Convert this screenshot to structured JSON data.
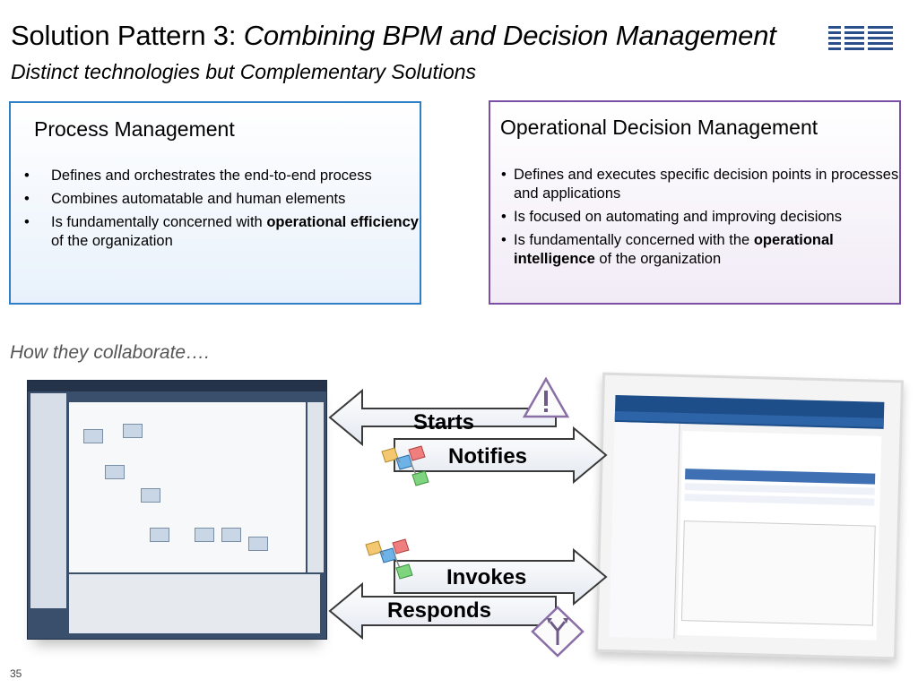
{
  "header": {
    "title_plain": "Solution Pattern 3:",
    "title_italic": "Combining BPM and Decision Management",
    "subtitle": "Distinct technologies but Complementary Solutions",
    "logo_text": "IBM"
  },
  "process_box": {
    "heading": "Process Management",
    "bullet": "•",
    "items": [
      {
        "pre": "Defines and orchestrates the end-to-end process",
        "bold": "",
        "post": ""
      },
      {
        "pre": "Combines automatable and human elements",
        "bold": "",
        "post": ""
      },
      {
        "pre": "Is fundamentally concerned with ",
        "bold": "operational efficiency",
        "post": " of the organization"
      }
    ]
  },
  "decision_box": {
    "heading": "Operational Decision Management",
    "bullet": "•",
    "items": [
      {
        "pre": "Defines and executes specific decision points in processes and applications",
        "bold": "",
        "post": ""
      },
      {
        "pre": "Is focused on automating and improving decisions",
        "bold": "",
        "post": ""
      },
      {
        "pre": "Is fundamentally concerned with the ",
        "bold": "operational intelligence",
        "post": " of the organization"
      }
    ]
  },
  "collaborate_label": "How they collaborate….",
  "arrows": {
    "starts": "Starts",
    "notifies": "Notifies",
    "invokes": "Invokes",
    "responds": "Responds"
  },
  "icons": [
    "warning-triangle-icon",
    "decision-diamond-icon",
    "rules-blocks-icon"
  ],
  "colors": {
    "process_border": "#2f7fc7",
    "decision_border": "#7b4fa6",
    "arrow_border": "#3a3a3a"
  },
  "page_number": "35"
}
